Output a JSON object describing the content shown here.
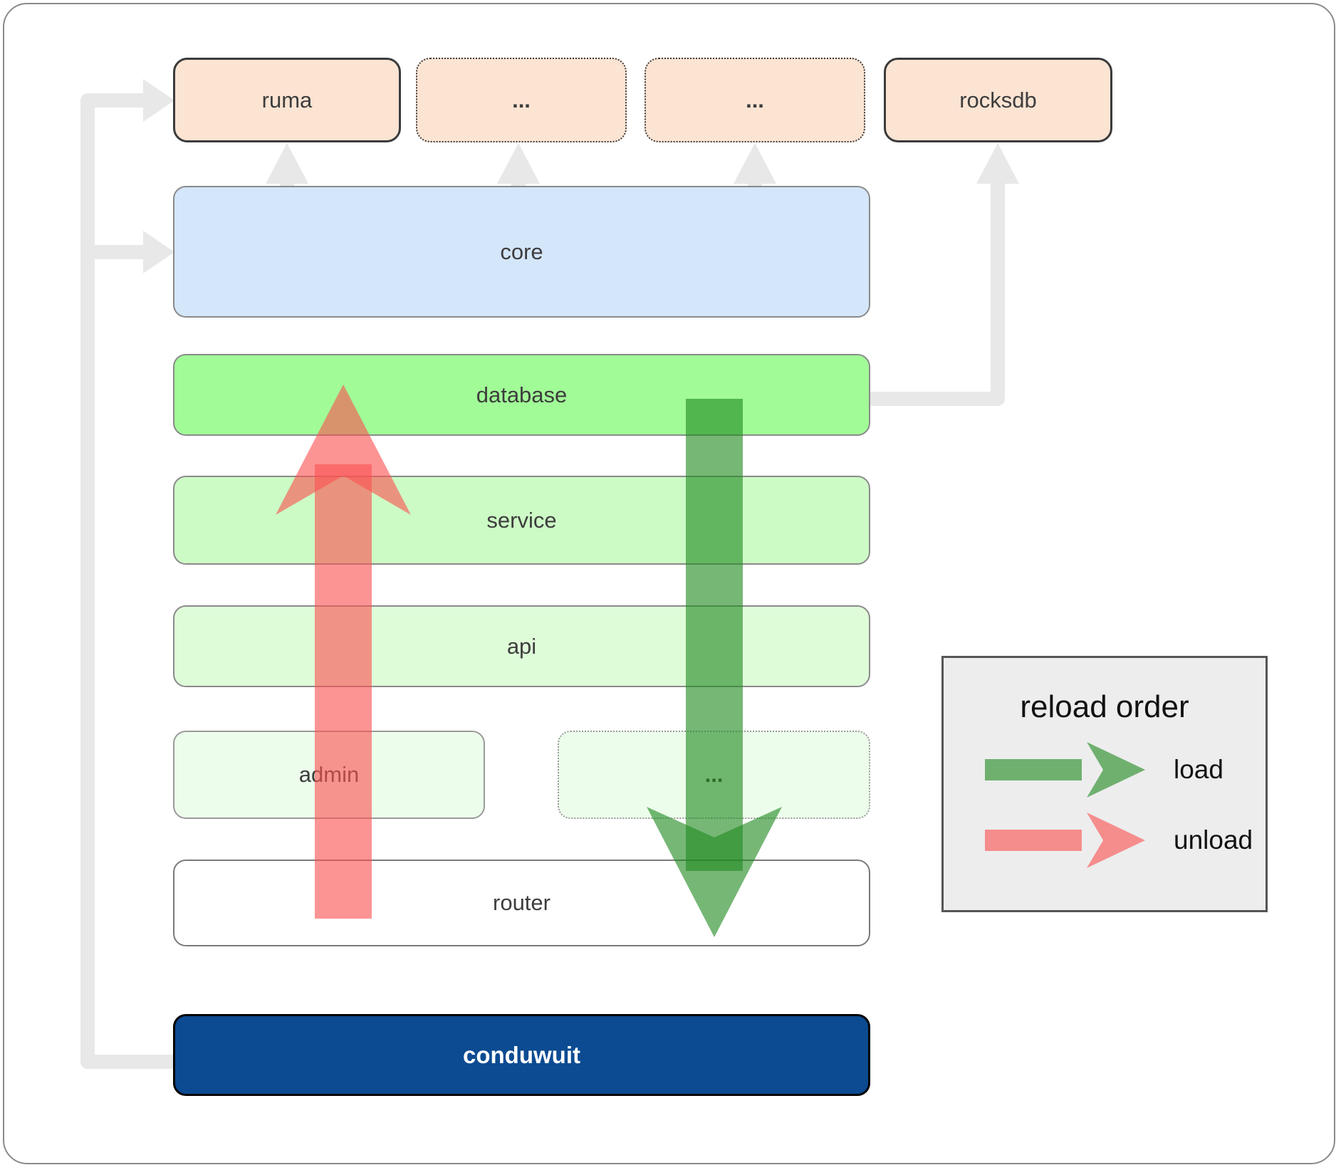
{
  "nodes": {
    "top_row": [
      {
        "label": "ruma"
      },
      {
        "label": "..."
      },
      {
        "label": "..."
      },
      {
        "label": "rocksdb"
      }
    ],
    "core": "core",
    "database": "database",
    "service": "service",
    "api": "api",
    "admin": "admin",
    "admin_ellipsis": "...",
    "router": "router",
    "app": "conduwuit"
  },
  "legend": {
    "title": "reload order",
    "items": [
      {
        "label": "load",
        "color": "#228b22"
      },
      {
        "label": "unload",
        "color": "#fa5252"
      }
    ]
  },
  "colors": {
    "load_arrow": "#228b22",
    "unload_arrow": "#fa5252",
    "connector": "#e8e8e8",
    "core_fill": "#d4e6fa",
    "database_fill": "#a1fb97",
    "service_fill": "#cdfbc6",
    "api_fill": "#dffcd9",
    "admin_fill": "#edfdec",
    "peach_fill": "#fce4d3",
    "app_fill": "#0c4b92",
    "legend_fill": "#ededed"
  }
}
